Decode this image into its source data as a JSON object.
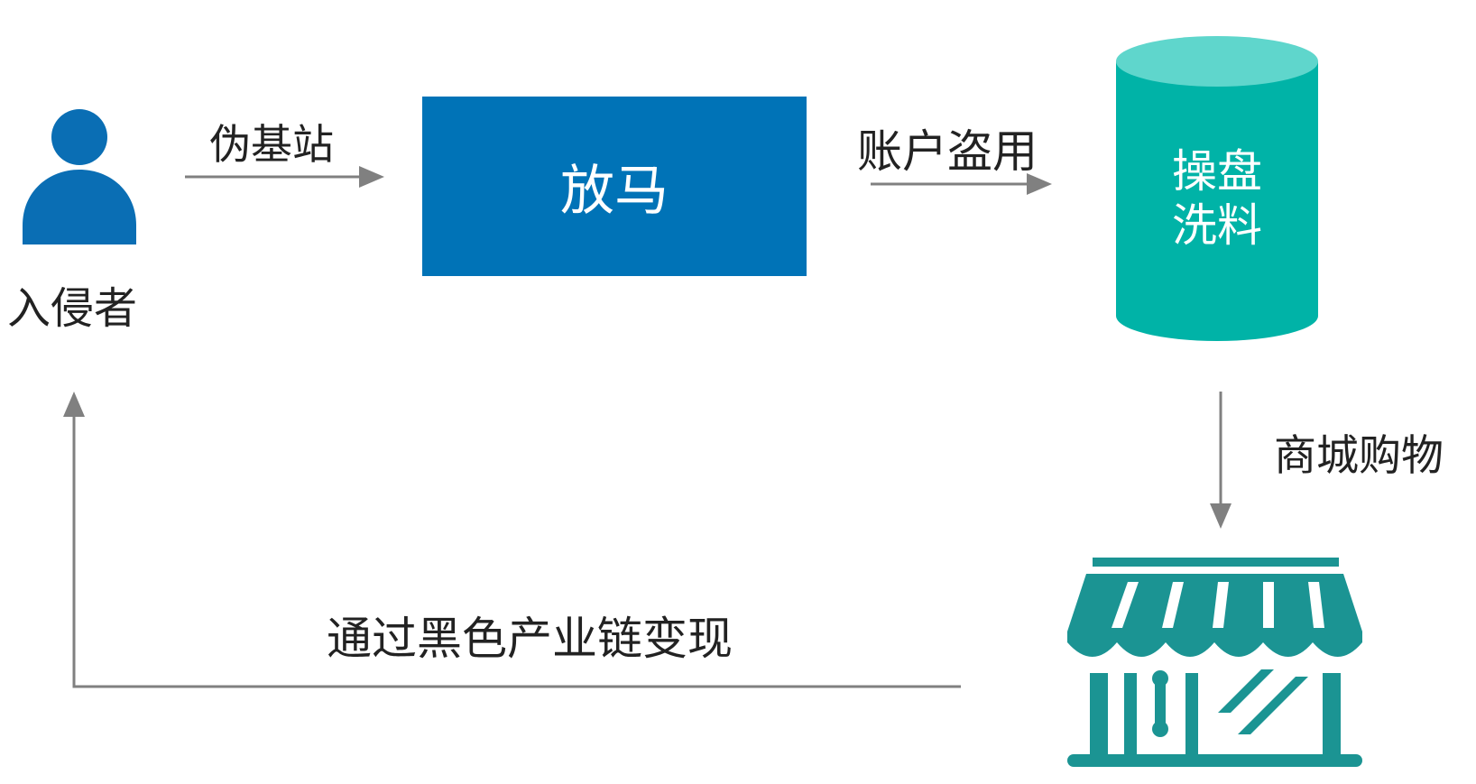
{
  "diagram": {
    "actor": {
      "label": "入侵者",
      "icon": "person-icon"
    },
    "edges": {
      "fake_base_station": "伪基站",
      "account_theft": "账户盗用",
      "mall_shopping": "商城购物",
      "monetize": "通过黑色产业链变现"
    },
    "nodes": {
      "trojan": "放马",
      "db_line1": "操盘",
      "db_line2": "洗料",
      "store_icon": "storefront-icon"
    },
    "colors": {
      "person": "#0a6eb4",
      "trojan_box": "#0073b7",
      "database_body": "#00b3a7",
      "database_top": "#5fd6cc",
      "store": "#1b9493",
      "arrow": "#808080"
    }
  }
}
